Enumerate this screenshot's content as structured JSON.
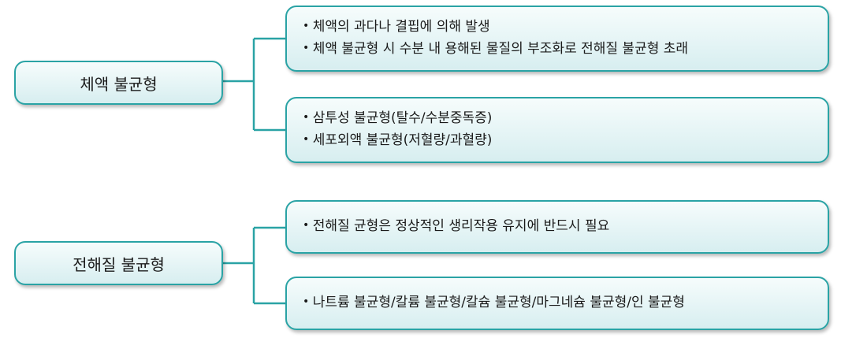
{
  "groups": [
    {
      "category": "체액 불균형",
      "details": [
        {
          "lines": [
            "체액의 과다나 결핍에 의해 발생",
            "체액 불균형 시 수분 내 용해된 물질의 부조화로 전해질 불균형 초래"
          ]
        },
        {
          "lines": [
            "삼투성 불균형(탈수/수분중독증)",
            "세포외액 불균형(저혈량/과혈량)"
          ]
        }
      ]
    },
    {
      "category": "전해질 불균형",
      "details": [
        {
          "lines": [
            "전해질 균형은 정상적인 생리작용 유지에 반드시 필요"
          ]
        },
        {
          "lines": [
            "나트륨 불균형/칼륨 불균형/칼슘 불균형/마그네슘 불균형/인 불균형"
          ]
        }
      ]
    }
  ],
  "colors": {
    "border": "#2aa3a5",
    "fill_top": "#f6fcfc",
    "fill_bottom": "#d7eef0",
    "connector": "#2aa3a5"
  }
}
